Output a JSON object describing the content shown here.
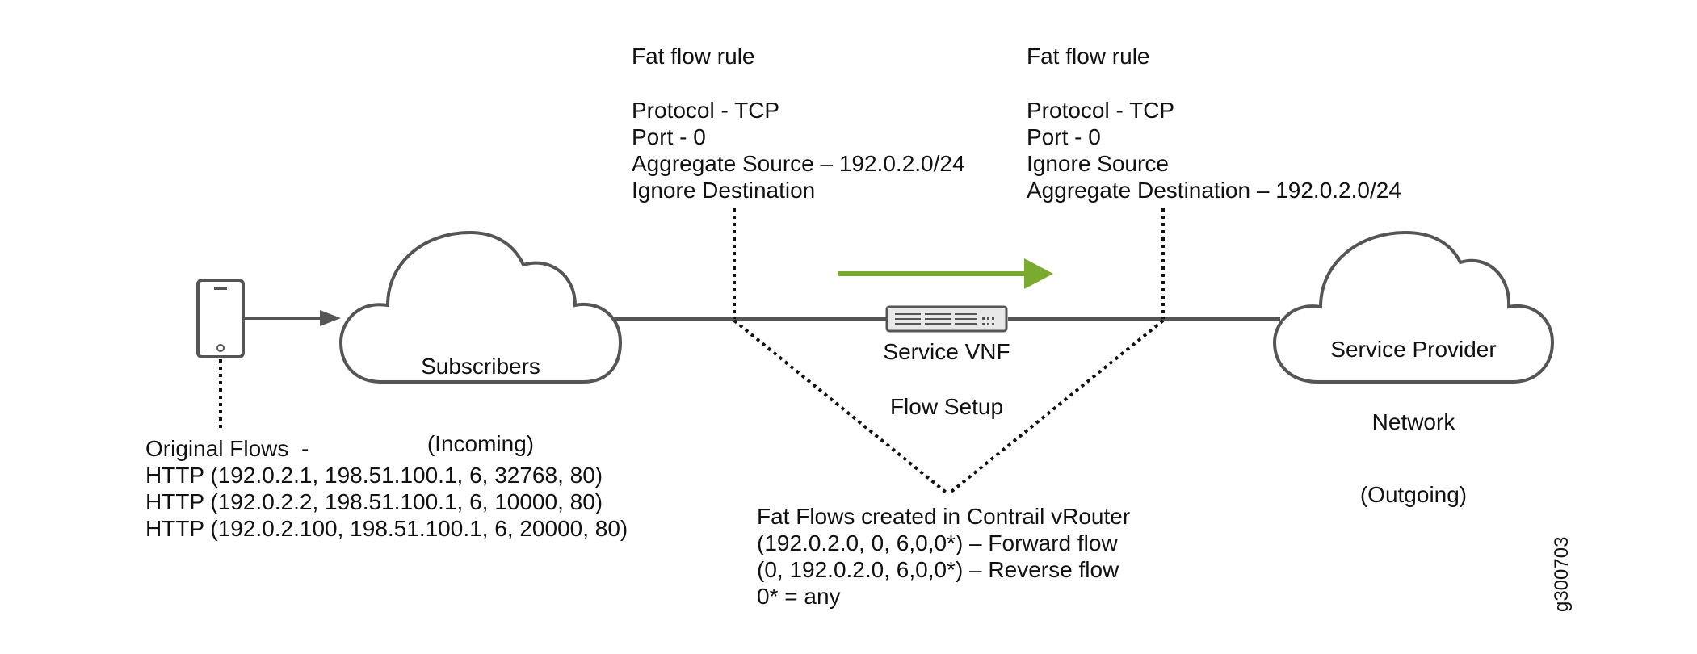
{
  "rule_left": {
    "title": "Fat flow rule",
    "lines": [
      "Protocol - TCP",
      "Port - 0",
      "Aggregate Source – 192.0.2.0/24",
      "Ignore Destination"
    ]
  },
  "rule_right": {
    "title": "Fat flow rule",
    "lines": [
      "Protocol - TCP",
      "Port - 0",
      "Ignore Source",
      "Aggregate Destination – 192.0.2.0/24"
    ]
  },
  "cloud_left": {
    "lines": [
      "Subscribers",
      "(Incoming)"
    ]
  },
  "cloud_right": {
    "lines": [
      "Service Provider",
      "Network",
      "(Outgoing)"
    ]
  },
  "vnf_label": "Service VNF",
  "flow_setup_label": "Flow Setup",
  "original_flows": {
    "title": "Original Flows  -",
    "lines": [
      "HTTP (192.0.2.1, 198.51.100.1, 6, 32768, 80)",
      "HTTP (192.0.2.2, 198.51.100.1, 6, 10000, 80)",
      "HTTP (192.0.2.100, 198.51.100.1, 6, 20000, 80)"
    ]
  },
  "fat_flows": {
    "title": "Fat Flows created in Contrail vRouter",
    "lines": [
      "(192.0.2.0, 0, 6,0,0*) – Forward flow",
      "(0, 192.0.2.0, 6,0,0*) – Reverse flow",
      "0* = any"
    ]
  },
  "figure_id": "g300703",
  "colors": {
    "line": "#555555",
    "arrow_green": "#7aab2f",
    "text": "#111111"
  }
}
